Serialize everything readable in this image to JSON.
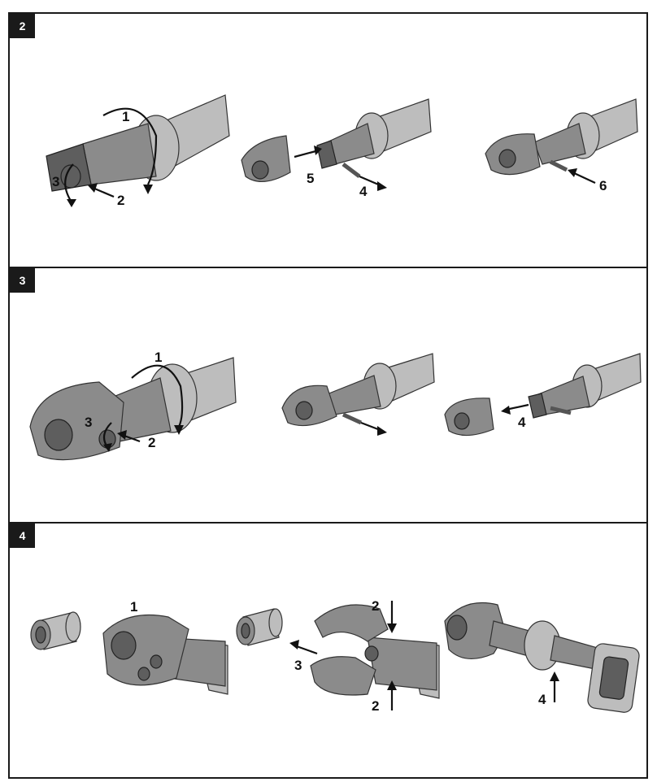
{
  "panels": [
    {
      "id": "2",
      "labels": {
        "a": "1",
        "b": "2",
        "c": "3",
        "d": "5",
        "e": "4",
        "f": "6"
      }
    },
    {
      "id": "3",
      "labels": {
        "a": "1",
        "b": "3",
        "c": "2",
        "d": "4"
      }
    },
    {
      "id": "4",
      "labels": {
        "a": "1",
        "b": "2",
        "c": "3",
        "d": "2",
        "e": "4"
      }
    }
  ]
}
